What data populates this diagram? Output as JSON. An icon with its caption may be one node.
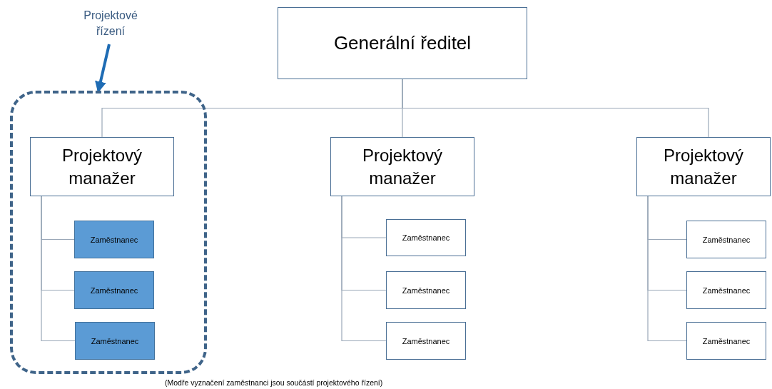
{
  "diagram": {
    "caption": "(Modře vyznačení zaměstnanci jsou součástí projektového řízení)",
    "nodes": [
      {
        "text": [
          "Projektové řízení"
        ]
      },
      {
        "text": [
          "Generální ředitel"
        ]
      },
      {
        "text": [],
        "shape": "box"
      },
      {
        "text": [
          "Projektový manažer"
        ],
        "in": 2
      },
      {
        "text": [
          "Zaměstnanec"
        ],
        "in": 2
      },
      {
        "text": [
          "Zaměstnanec"
        ],
        "in": 2
      },
      {
        "text": [
          "Zaměstnanec"
        ],
        "in": 2
      },
      {
        "text": [
          "Projektový manažer"
        ]
      },
      {
        "text": [
          "Zaměstnanec"
        ]
      },
      {
        "text": [
          "Zaměstnanec"
        ]
      },
      {
        "text": [
          "Zaměstnanec"
        ]
      },
      {
        "text": [
          "Projektový manažer"
        ]
      },
      {
        "text": [
          "Zaměstnanec"
        ]
      },
      {
        "text": [
          "Zaměstnanec"
        ]
      },
      {
        "text": [
          "Zaměstnanec"
        ]
      }
    ],
    "edges": [
      {
        "from": 0,
        "to": 2,
        "arrow": "to",
        "style": "thick",
        "color": "#1f6cb4"
      },
      {
        "from": 1,
        "to": 3,
        "arrow": "none"
      },
      {
        "from": 1,
        "to": 7,
        "arrow": "none"
      },
      {
        "from": 1,
        "to": 11,
        "arrow": "none"
      },
      {
        "from": 3,
        "to": 4,
        "arrow": "none"
      },
      {
        "from": 3,
        "to": 5,
        "arrow": "none"
      },
      {
        "from": 3,
        "to": 6,
        "arrow": "none"
      },
      {
        "from": 7,
        "to": 8,
        "arrow": "none"
      },
      {
        "from": 7,
        "to": 9,
        "arrow": "none"
      },
      {
        "from": 7,
        "to": 10,
        "arrow": "none"
      },
      {
        "from": 11,
        "to": 12,
        "arrow": "none"
      },
      {
        "from": 11,
        "to": 13,
        "arrow": "none"
      },
      {
        "from": 11,
        "to": 14,
        "arrow": "none"
      }
    ]
  }
}
